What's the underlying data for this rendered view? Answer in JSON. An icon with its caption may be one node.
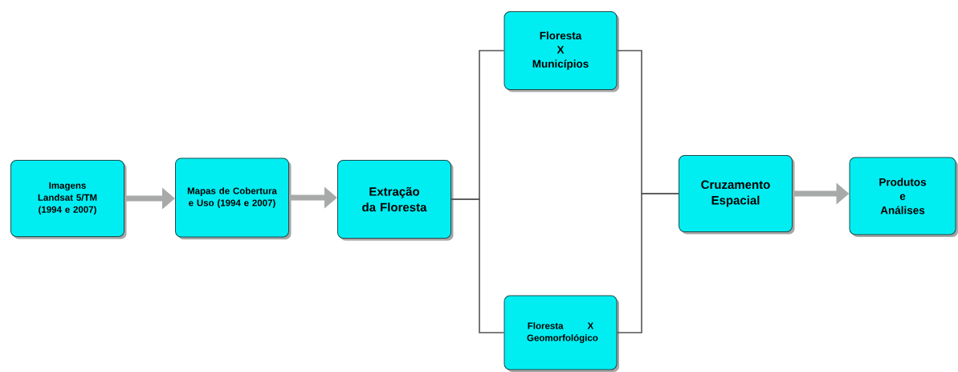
{
  "diagram": {
    "nodes": [
      {
        "text": [
          "Imagens Landsat 5/TM (1994 e 2007)"
        ]
      },
      {
        "text": [
          "Mapas de Cobertura e Uso (1994 e 2007)"
        ]
      },
      {
        "text": [
          "Extração da Floresta"
        ]
      },
      {
        "text": [
          "Floresta X Municípios"
        ]
      },
      {
        "text": [
          "Floresta X Geomorfológico"
        ]
      },
      {
        "text": [
          "Cruzamento Espacial"
        ]
      },
      {
        "text": [
          "Produtos e Análises"
        ]
      }
    ],
    "edges": [
      {
        "from": 0,
        "to": 1,
        "arrow": "to",
        "style": "thick"
      },
      {
        "from": 1,
        "to": 2,
        "arrow": "to",
        "style": "thick"
      },
      {
        "from": 2,
        "to": 3,
        "arrow": "none"
      },
      {
        "from": 2,
        "to": 4,
        "arrow": "none"
      },
      {
        "from": 3,
        "to": 5,
        "arrow": "none"
      },
      {
        "from": 4,
        "to": 5,
        "arrow": "none"
      },
      {
        "from": 5,
        "to": 6,
        "arrow": "to",
        "style": "thick"
      }
    ]
  }
}
